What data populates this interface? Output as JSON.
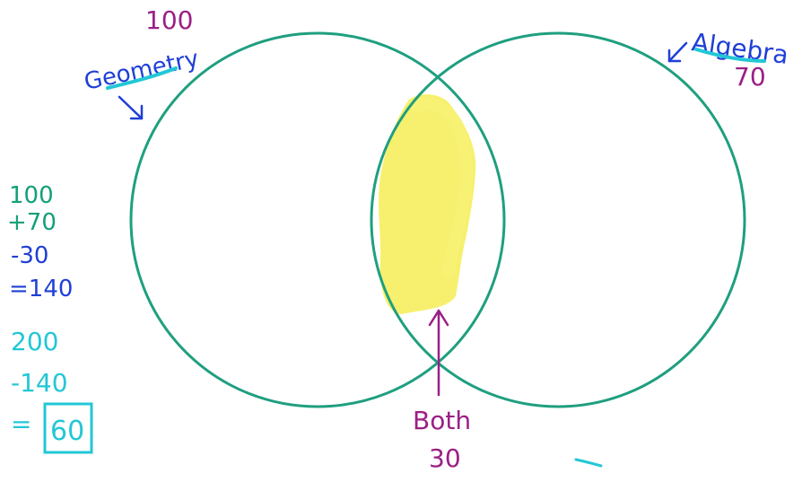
{
  "colors": {
    "circle": "#1f9f7f",
    "highlight": "#f2e81c",
    "geometry_label": "#1f3fd6",
    "algebra_label": "#1f3fd6",
    "counts": "#9b1f86",
    "step1_green": "#12a07a",
    "step1_blue": "#1f3fd6",
    "step2_cyan": "#22c7d6"
  },
  "geometry": {
    "label": "Geometry",
    "count": "100"
  },
  "algebra": {
    "label": "Algebra",
    "count": "70"
  },
  "both": {
    "label": "Both",
    "count": "30"
  },
  "calculation_1": {
    "line1": "100",
    "line2": "+70",
    "line3": "-30",
    "line4": "=140"
  },
  "calculation_2": {
    "line1": "200",
    "line2": "-140",
    "line3_eq": "=",
    "answer": "60"
  }
}
